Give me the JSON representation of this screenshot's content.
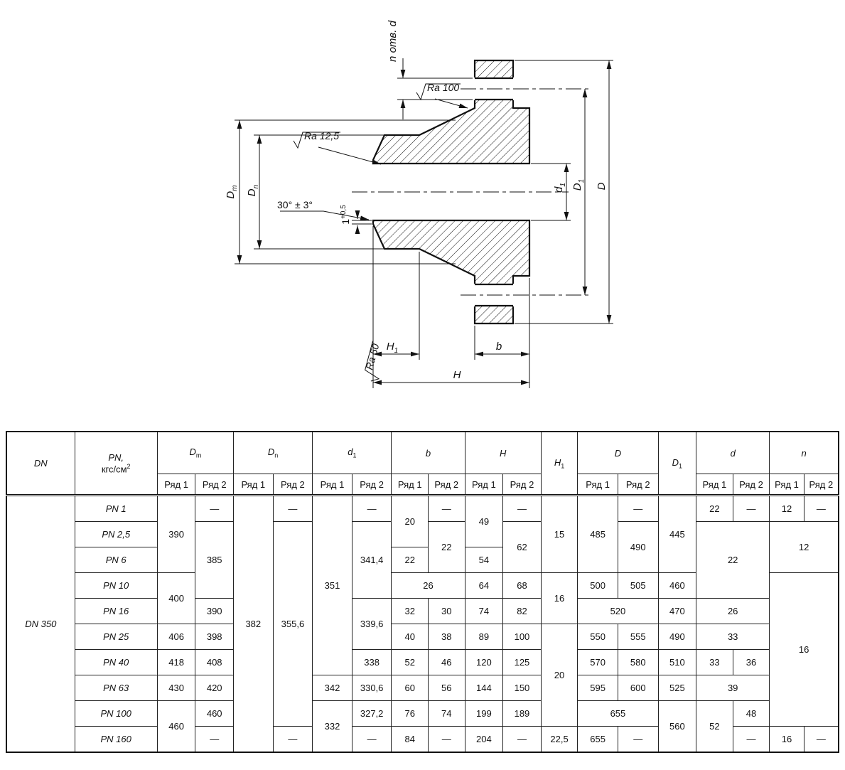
{
  "drawing": {
    "holes_label": "n отв. d",
    "roughness_top": "Ra 100",
    "roughness_bore": "Ra 12,5",
    "roughness_end": "Ra 50",
    "chamfer_angle": "30° ± 3°",
    "land": {
      "base": "1",
      "sup": "+0,5"
    },
    "dims": {
      "dm": {
        "base": "D",
        "sub": "m"
      },
      "dn": {
        "base": "D",
        "sub": "n"
      },
      "d1": {
        "base": "d",
        "sub": "1"
      },
      "dbig1": {
        "base": "D",
        "sub": "1"
      },
      "dbig": "D",
      "h1": {
        "base": "H",
        "sub": "1"
      },
      "h": "H",
      "b": "b"
    }
  },
  "table": {
    "header": {
      "dn": "DN",
      "pn_line1": "PN,",
      "pn_unit": "кгс/см",
      "pn_sup": "2",
      "dm": {
        "base": "D",
        "sub": "m"
      },
      "dn_col": {
        "base": "D",
        "sub": "n"
      },
      "d1": {
        "base": "d",
        "sub": "1"
      },
      "b": "b",
      "h": "H",
      "h1": {
        "base": "H",
        "sub": "1"
      },
      "d_big": "D",
      "d_big1": {
        "base": "D",
        "sub": "1"
      },
      "d_small": "d",
      "n": "n",
      "row1": "Ряд 1",
      "row2": "Ряд 2"
    },
    "dn_value": "DN 350",
    "rows": {
      "r0": [
        "PN 1",
        "390",
        "—",
        "382",
        "—",
        "351",
        "—",
        "20",
        "—",
        "49",
        "—",
        "15",
        "485",
        "—",
        "445",
        "22",
        "—",
        "12",
        "—"
      ],
      "r1": [
        "PN 2,5",
        "385",
        "355,6",
        "341,4",
        "22",
        "62",
        "490",
        "22",
        "12"
      ],
      "r2": [
        "PN 6",
        "22",
        "54"
      ],
      "r3": [
        "PN 10",
        "400",
        "26",
        "64",
        "68",
        "16",
        "500",
        "505",
        "460",
        "16"
      ],
      "r4": [
        "PN 16",
        "390",
        "339,6",
        "32",
        "30",
        "74",
        "82",
        "520",
        "470",
        "26"
      ],
      "r5": [
        "PN 25",
        "406",
        "398",
        "40",
        "38",
        "89",
        "100",
        "20",
        "550",
        "555",
        "490",
        "33"
      ],
      "r6": [
        "PN 40",
        "418",
        "408",
        "338",
        "52",
        "46",
        "120",
        "125",
        "570",
        "580",
        "510",
        "33",
        "36"
      ],
      "r7": [
        "PN 63",
        "430",
        "420",
        "342",
        "330,6",
        "60",
        "56",
        "144",
        "150",
        "595",
        "600",
        "525",
        "39"
      ],
      "r8": [
        "PN 100",
        "460",
        "460",
        "332",
        "327,2",
        "76",
        "74",
        "199",
        "189",
        "655",
        "560",
        "52",
        "48"
      ],
      "r9": [
        "PN 160",
        "—",
        "—",
        "—",
        "84",
        "—",
        "204",
        "—",
        "22,5",
        "655",
        "—",
        "—",
        "16",
        "—"
      ]
    }
  }
}
